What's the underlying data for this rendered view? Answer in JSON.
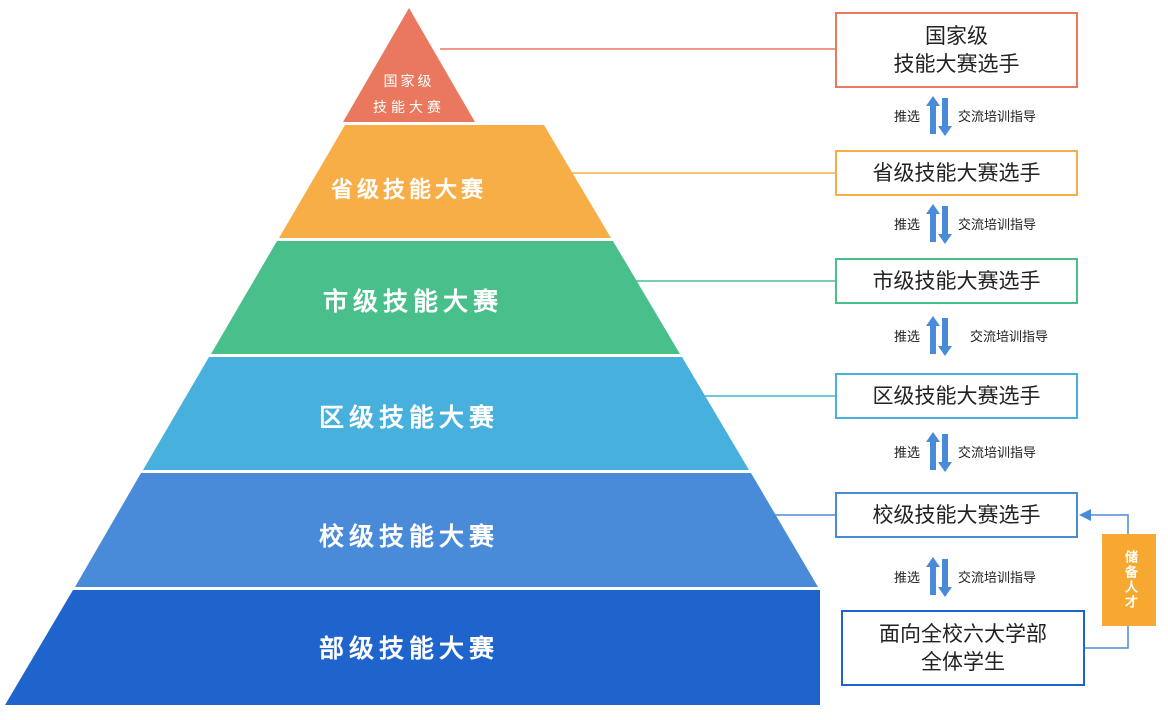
{
  "levels": [
    {
      "line1": "国家级",
      "line2": "技能大赛",
      "color": "#e9785f"
    },
    {
      "label": "省级技能大赛",
      "color": "#f7ae47"
    },
    {
      "label": "市级技能大赛",
      "color": "#49c08c"
    },
    {
      "label": "区级技能大赛",
      "color": "#47b0dc"
    },
    {
      "label": "校级技能大赛",
      "color": "#4a8bd9"
    },
    {
      "label": "部级技能大赛",
      "color": "#1f64cc"
    }
  ],
  "boxes": [
    {
      "line1": "国家级",
      "line2": "技能大赛选手",
      "border": "#e9785f"
    },
    {
      "line1": "省级技能大赛选手",
      "border": "#f7ae47"
    },
    {
      "line1": "市级技能大赛选手",
      "border": "#49c08c"
    },
    {
      "line1": "区级技能大赛选手",
      "border": "#47b0dc"
    },
    {
      "line1": "校级技能大赛选手",
      "border": "#4a8bd9"
    },
    {
      "line1": "面向全校六大学部",
      "line2": "全体学生",
      "border": "#1f64cc"
    }
  ],
  "transitions": {
    "up_label": "推选",
    "down_label": "交流培训指导",
    "arrow_color": "#4a8bd9",
    "count": 5
  },
  "reserve": {
    "label": "储备人才",
    "color": "#f7a830"
  }
}
